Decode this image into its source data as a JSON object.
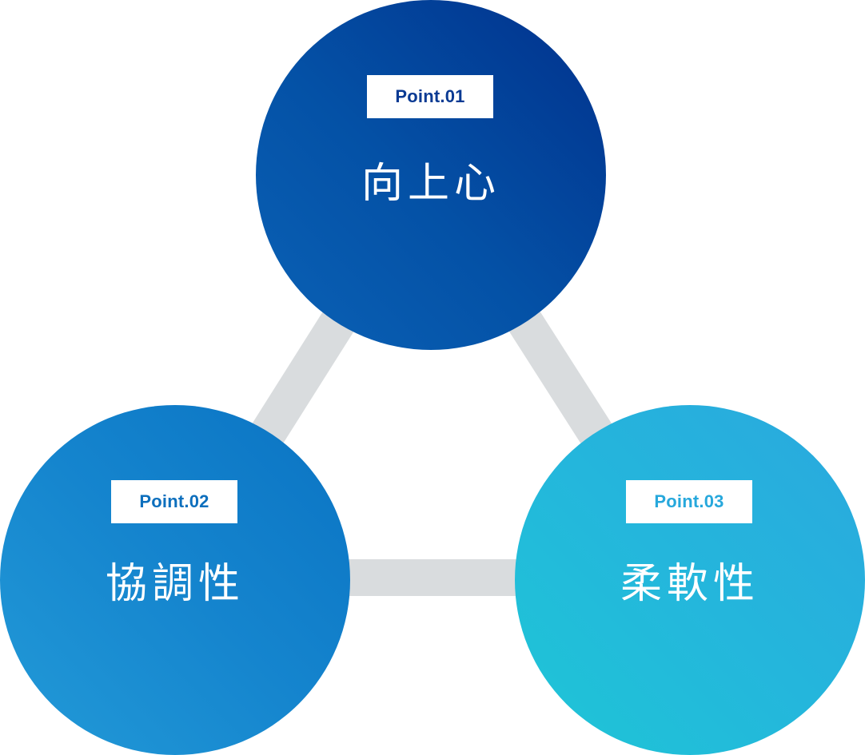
{
  "diagram": {
    "colors": {
      "connector": "#d9dcde",
      "badge_bg": "#ffffff",
      "label_text": "#ffffff"
    },
    "nodes": [
      {
        "badge": "Point.01",
        "label": "向上心"
      },
      {
        "badge": "Point.02",
        "label": "協調性"
      },
      {
        "badge": "Point.03",
        "label": "柔軟性"
      }
    ]
  }
}
